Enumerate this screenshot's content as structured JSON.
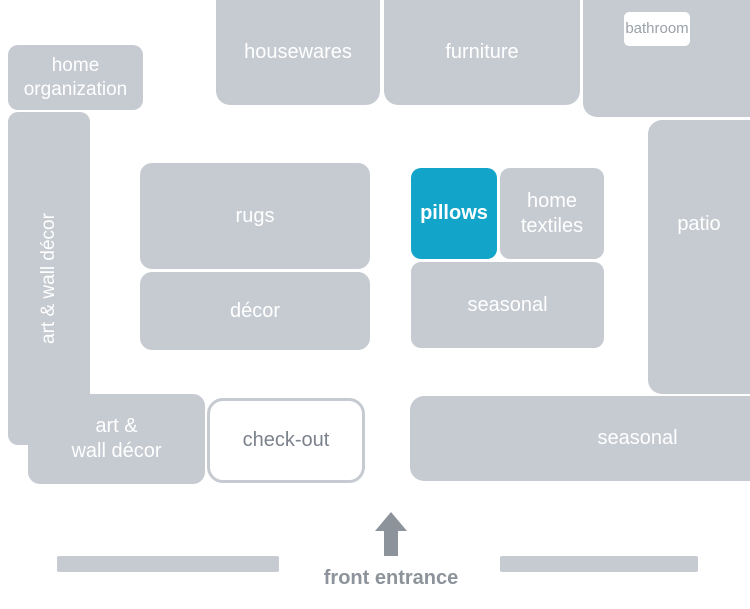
{
  "areas": {
    "home_organization": "home\norganization",
    "housewares": "housewares",
    "furniture": "furniture",
    "bathroom": "bathroom",
    "art_wall_decor_side": "art & wall décor",
    "rugs": "rugs",
    "decor": "décor",
    "pillows": "pillows",
    "home_textiles": "home\ntextiles",
    "seasonal_center": "seasonal",
    "patio": "patio",
    "art_wall_decor_corner": "art &\nwall décor",
    "checkout": "check-out",
    "seasonal_right": "seasonal"
  },
  "entrance": {
    "label": "front entrance",
    "arrow_icon": "arrow-up"
  },
  "highlight": {
    "area": "pillows",
    "color": "#12a5c9"
  },
  "colors": {
    "area_fill": "#c6cad1",
    "area_label": "#ffffff",
    "muted_label": "#8d939b",
    "room_border": "#c6cad1"
  }
}
